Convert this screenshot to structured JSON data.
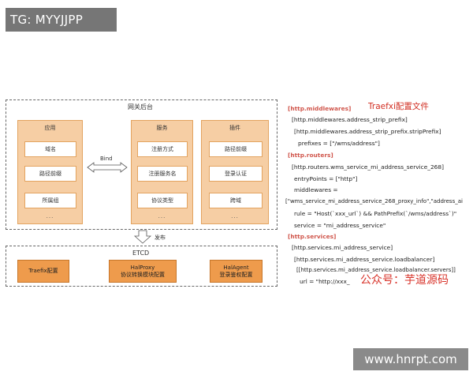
{
  "watermarks": {
    "top_left": "TG: MYYJJPP",
    "bottom_right": "www.hnrpt.com"
  },
  "diagram": {
    "gateway_title": "网关后台",
    "bind_label": "Bind",
    "publish_label": "发布",
    "panels": {
      "app": {
        "title": "应用",
        "items": [
          "域名",
          "路径前缀",
          "所属组"
        ],
        "more": "..."
      },
      "service": {
        "title": "服务",
        "items": [
          "注册方式",
          "注册服务名",
          "协议类型"
        ],
        "more": "..."
      },
      "plugin": {
        "title": "插件",
        "items": [
          "路径前缀",
          "登录认证",
          "跨域"
        ],
        "more": "..."
      }
    },
    "etcd": {
      "title": "ETCD",
      "boxes": [
        {
          "line1": "Traefix配置",
          "line2": ""
        },
        {
          "line1": "HalProxy",
          "line2": "协议转换模块配置"
        },
        {
          "line1": "HalAgent",
          "line2": "登录鉴权配置"
        }
      ]
    }
  },
  "config": {
    "title": "Traefxi配置文件",
    "sections": {
      "middlewares": "[http.middlewares]",
      "routers": "[http.routers]",
      "services": "[http.services]"
    },
    "lines": {
      "mw1": "[http.middlewares.address_strip_prefix]",
      "mw2": "[http.middlewares.address_strip_prefix.stripPrefix]",
      "mw3": "prefixes = [\"/wms/address\"]",
      "rt1": "[http.routers.wms_service_mi_address_service_268]",
      "rt2": "entryPoints = [\"http\"]",
      "rt3": "middlewares =",
      "rt4": "[\"wms_service_mi_address_service_268_proxy_info\",\"address_ai",
      "rt5": "rule = \"Host(`xxx_url`) && PathPrefix(`/wms/address`)\"",
      "rt6": "service = \"mi_address_service\"",
      "sv1": "[http.services.mi_address_service]",
      "sv2": "[http.services.mi_address_service.loadbalancer]",
      "sv3": "[[http.services.mi_address_service.loadbalancer.servers]]",
      "sv4": "url = \"http://xxx_"
    },
    "stamp": "公众号：芋道源码"
  }
}
